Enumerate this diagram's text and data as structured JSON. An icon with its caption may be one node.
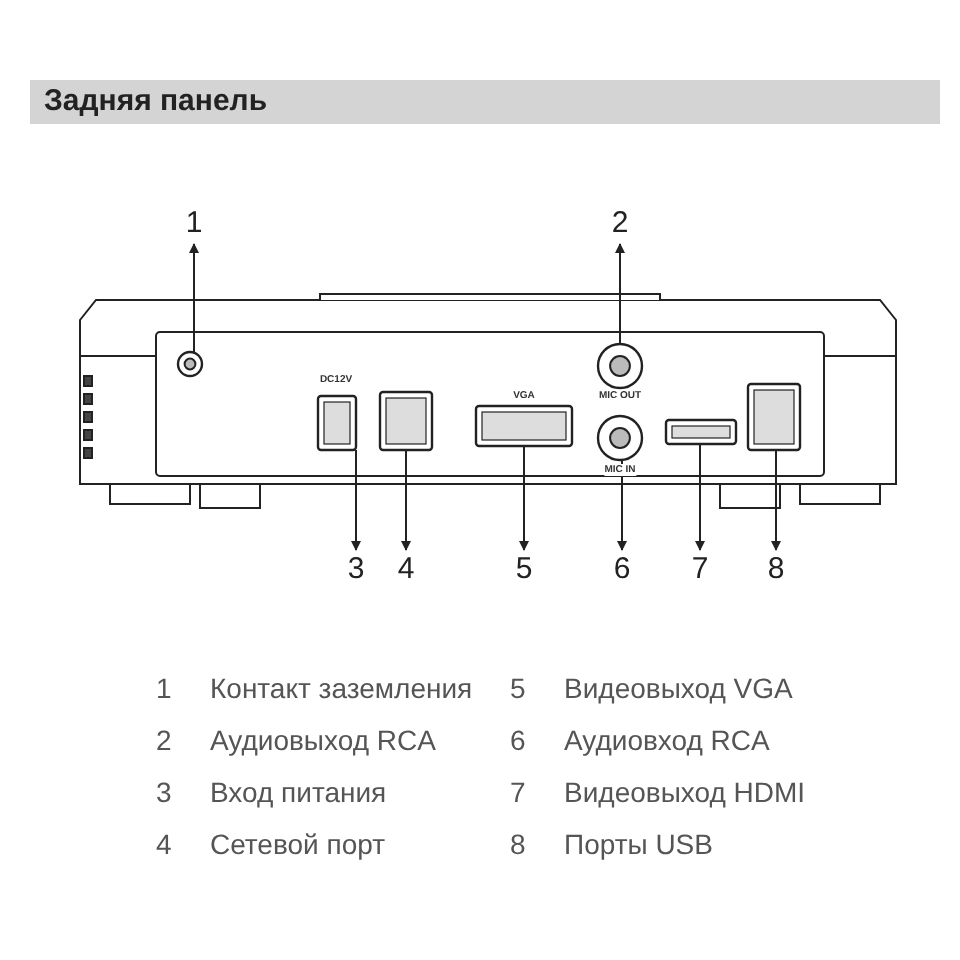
{
  "diagram": {
    "title": "Задняя панель",
    "nodes": [
      {
        "text": [
          "1"
        ]
      },
      {
        "text": [
          "2"
        ]
      },
      {
        "text": [
          "3"
        ]
      },
      {
        "text": [
          "4"
        ]
      },
      {
        "text": [
          "5"
        ]
      },
      {
        "text": [
          "6"
        ]
      },
      {
        "text": [
          "7"
        ]
      },
      {
        "text": [
          "8"
        ]
      },
      {
        "text": [],
        "shape": "circle"
      },
      {
        "text": [],
        "shape": "circle"
      },
      {
        "text": [],
        "shape": "box"
      },
      {
        "text": [],
        "shape": "box"
      },
      {
        "text": [],
        "shape": "box"
      },
      {
        "text": [],
        "shape": "circle"
      },
      {
        "text": [],
        "shape": "box"
      },
      {
        "text": [],
        "shape": "box"
      }
    ],
    "edges": [
      {
        "from": 8,
        "to": 0,
        "arrow": "to"
      },
      {
        "from": 9,
        "to": 1,
        "arrow": "to"
      },
      {
        "from": 10,
        "to": 2,
        "arrow": "to"
      },
      {
        "from": 11,
        "to": 3,
        "arrow": "to"
      },
      {
        "from": 12,
        "to": 4,
        "arrow": "to"
      },
      {
        "from": 13,
        "to": 5,
        "arrow": "to"
      },
      {
        "from": 14,
        "to": 6,
        "arrow": "to"
      },
      {
        "from": 15,
        "to": 7,
        "arrow": "to"
      }
    ],
    "labels": [
      "DC12V",
      "VGA",
      "MIC OUT",
      "MIC IN",
      "1",
      "Контакт заземления",
      "5",
      "Видеовыход VGA",
      "2",
      "Аудиовыход RCA",
      "6",
      "Аудиовход RCA",
      "3",
      "Вход питания",
      "7",
      "Видеовыход HDMI",
      "4",
      "Сетевой порт",
      "8",
      "Порты USB"
    ]
  }
}
